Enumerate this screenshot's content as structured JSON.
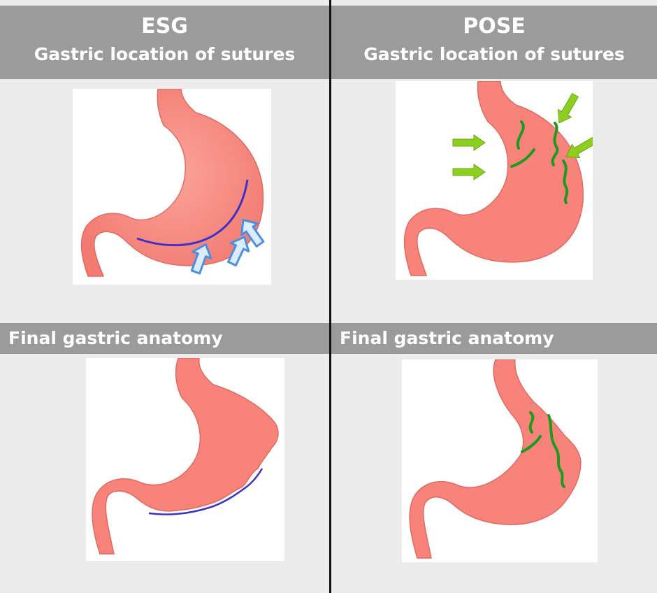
{
  "left": {
    "title": "ESG",
    "top_subtitle": "Gastric location of sutures",
    "bottom_subtitle": "Final gastric anatomy"
  },
  "right": {
    "title": "POSE",
    "top_subtitle": "Gastric location of sutures",
    "bottom_subtitle": "Final gastric anatomy"
  },
  "colors": {
    "header_bg": "#9b9b9b",
    "panel_bg": "#ececec",
    "stomach": "#f7837a",
    "esg_suture": "#3d32c8",
    "esg_arrow": "#4a8fe0",
    "pose_suture": "#1e9a1e",
    "pose_arrow": "#8ccf1e"
  }
}
